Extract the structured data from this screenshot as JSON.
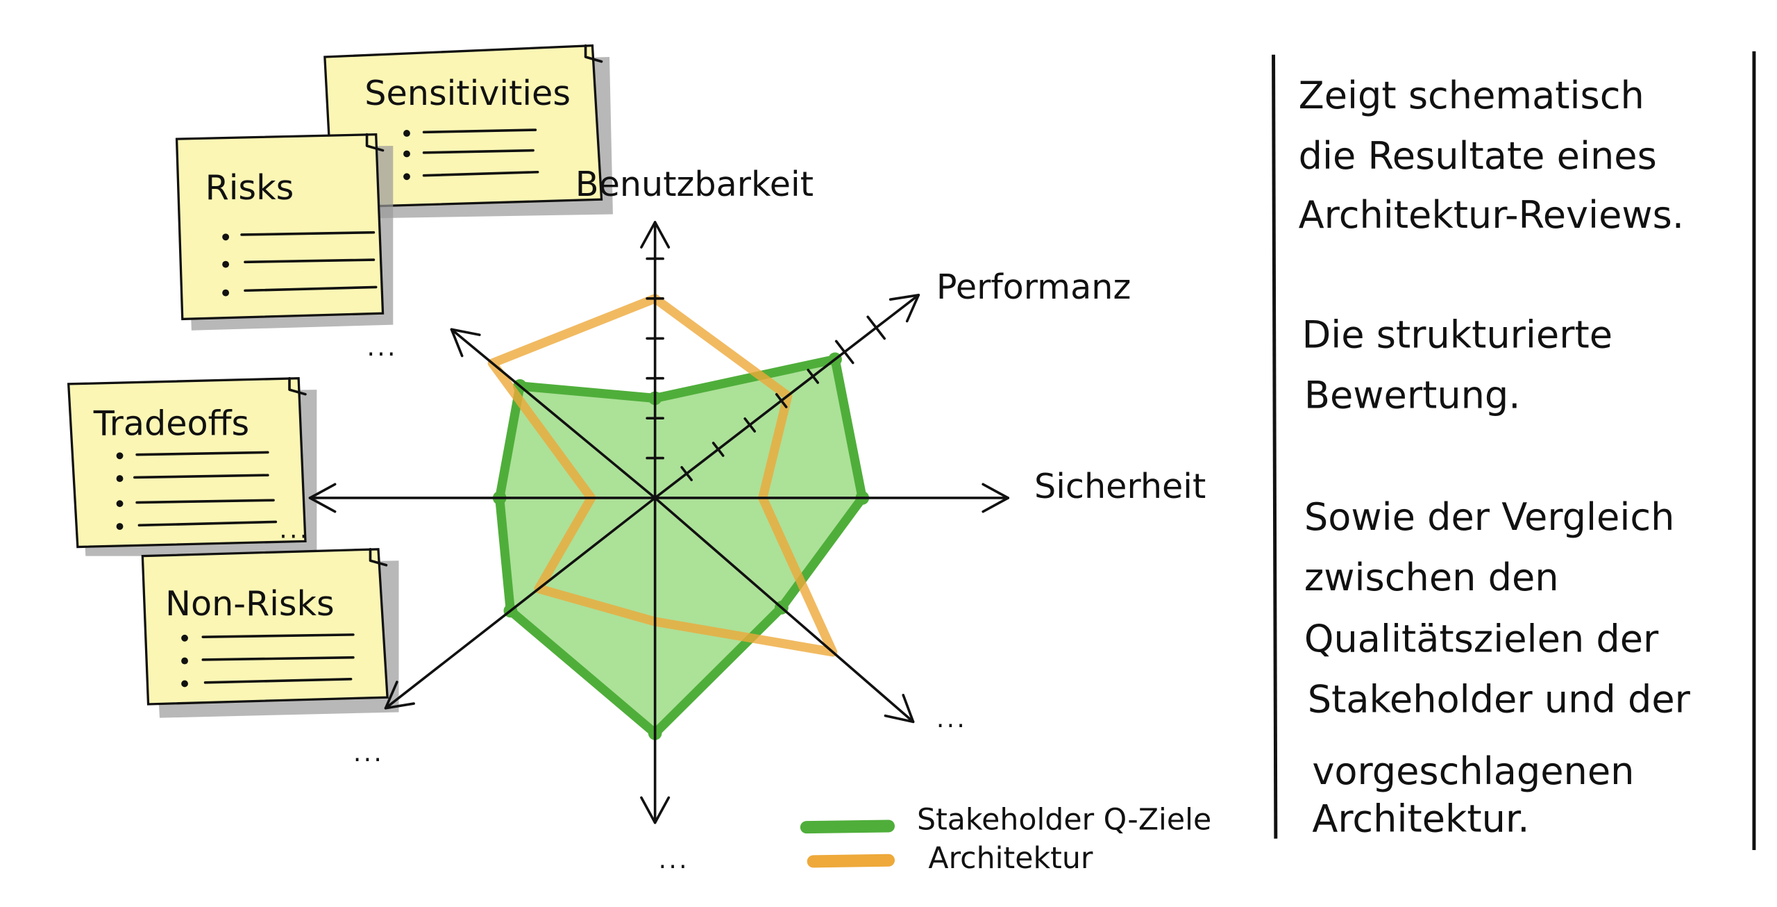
{
  "notes": [
    {
      "title": "Sensitivities",
      "bullets": 3
    },
    {
      "title": "Risks",
      "bullets": 3
    },
    {
      "title": "Tradeoffs",
      "bullets": 4
    },
    {
      "title": "Non-Risks",
      "bullets": 3
    }
  ],
  "ellipsis": "...",
  "chart_data": {
    "type": "radar",
    "axes": [
      "Benutzbarkeit",
      "Performanz",
      "Sicherheit",
      "...",
      "...",
      "...",
      "...",
      "..."
    ],
    "range": [
      0,
      7
    ],
    "series": [
      {
        "name": "Stakeholder Q-Ziele",
        "color": "#4fae3a",
        "fill": "#9edc86",
        "values": [
          2.5,
          5.7,
          5.2,
          4.2,
          5.9,
          4.6,
          3.9,
          4.4
        ]
      },
      {
        "name": "Architektur",
        "color": "#eea93a",
        "values": [
          5.0,
          4.2,
          2.7,
          5.9,
          3.1,
          3.7,
          1.6,
          5.3
        ]
      }
    ]
  },
  "legend": {
    "stakeholder": "Stakeholder Q-Ziele",
    "architektur": "Architektur"
  },
  "side_text": {
    "p1": [
      "Zeigt schematisch",
      "die Resultate eines",
      "Architektur-Reviews."
    ],
    "p2": [
      "Die strukturierte",
      "Bewertung."
    ],
    "p3": [
      "Sowie der Vergleich",
      "zwischen den",
      "Qualitätszielen der",
      "Stakeholder und der",
      "vorgeschlagenen",
      "Architektur."
    ]
  }
}
